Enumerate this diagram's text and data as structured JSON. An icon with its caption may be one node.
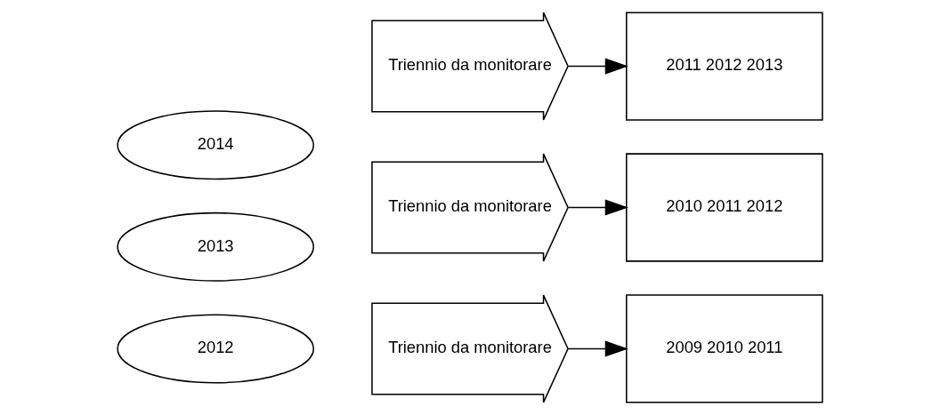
{
  "diagram": {
    "nodes": [
      {
        "text": [
          "2012"
        ]
      },
      {
        "text": [
          "Triennio da monitorare"
        ]
      },
      {
        "text": [
          "2009 2010 2011"
        ]
      },
      {
        "text": [
          "2013"
        ]
      },
      {
        "text": [
          "Triennio da monitorare"
        ]
      },
      {
        "text": [
          "2010 2011 2012"
        ]
      },
      {
        "text": [
          "2014"
        ]
      },
      {
        "text": [
          "Triennio da monitorare"
        ]
      },
      {
        "text": [
          "2011 2012 2013"
        ]
      }
    ],
    "edges": [
      {
        "from": 1,
        "to": 2,
        "arrow": "to"
      },
      {
        "from": 4,
        "to": 5,
        "arrow": "to"
      },
      {
        "from": 7,
        "to": 8,
        "arrow": "to"
      }
    ]
  }
}
